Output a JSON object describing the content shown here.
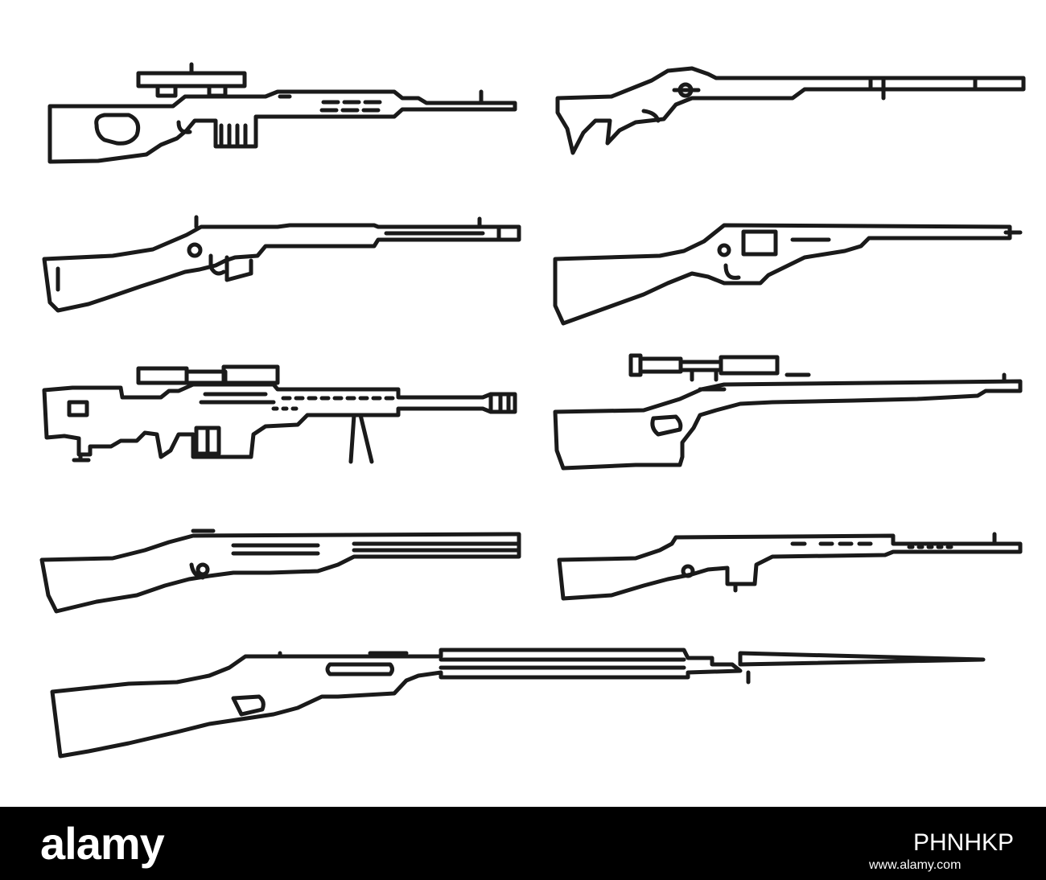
{
  "artwork": {
    "items": [
      "sniper-rifle-scope-icon",
      "flintlock-musket-icon",
      "bolt-action-carbine-icon",
      "revolver-rifle-icon",
      "heavy-sniper-rifle-bipod-icon",
      "hunting-rifle-scope-icon",
      "pump-shotgun-icon",
      "semi-auto-rifle-icon",
      "bayonet-rifle-icon"
    ],
    "stroke_color": "#1a1a1a",
    "background_color": "#ffffff"
  },
  "footer": {
    "logo": "alamy",
    "image_id": "PHNHKP",
    "url": "www.alamy.com",
    "background_color": "#000000",
    "text_color": "#ffffff"
  }
}
